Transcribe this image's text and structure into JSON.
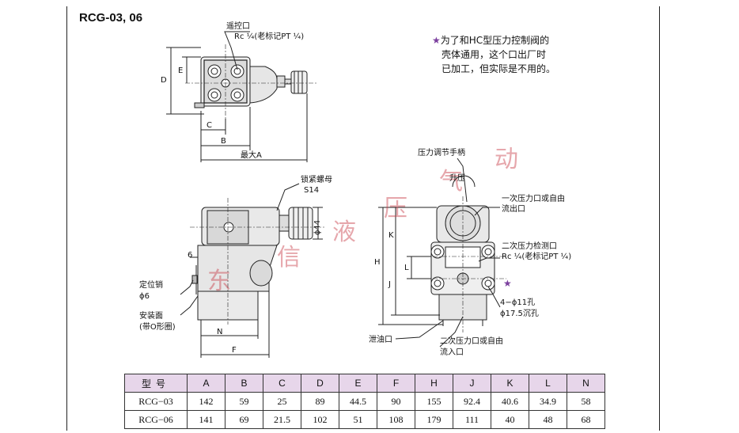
{
  "title": "RCG-03, 06",
  "note": {
    "star": "★",
    "lines": [
      "为了和HC型压力控制阀的",
      "壳体通用，这个口出厂时",
      "已加工，但实际是不用的。"
    ]
  },
  "labels": {
    "remote_port": "遥控口",
    "remote_port_spec": "Rc ¼(老标记PT ¼)",
    "dim_D": "D",
    "dim_E": "E",
    "dim_C": "C",
    "dim_B": "B",
    "dim_maxA": "最大A",
    "lock_nut": "锁紧螺母",
    "lock_nut_size": "S14",
    "dia44": "ϕ44",
    "dim_6": "6",
    "locating_pin": "定位销",
    "locating_pin_dia": "ϕ6",
    "mounting_face": "安装面",
    "mounting_face_note": "(带O形圈)",
    "dim_N": "N",
    "dim_F": "F",
    "handle": "压力调节手柄",
    "raise": "升压",
    "primary_port_1": "一次压力口或自由",
    "primary_port_2": "流出口",
    "secondary_check_1": "二次压力检测口",
    "secondary_check_2": "Rc ¼(老标记PT ¼)",
    "dim_K": "K",
    "dim_L": "L",
    "dim_H": "H",
    "dim_J": "J",
    "holes_1": "4−ϕ11孔",
    "holes_2": "ϕ17.5沉孔",
    "drain": "泄油口",
    "secondary_port_1": "二次压力口或自由",
    "secondary_port_2": "流入口",
    "star_mark": "★"
  },
  "watermark": [
    "东",
    "信",
    "液",
    "压",
    "气",
    "动"
  ],
  "table": {
    "header_first": "型号",
    "columns": [
      "A",
      "B",
      "C",
      "D",
      "E",
      "F",
      "H",
      "J",
      "K",
      "L",
      "N"
    ],
    "rows": [
      {
        "model": "RCG−03",
        "values": [
          "142",
          "59",
          "25",
          "89",
          "44.5",
          "90",
          "155",
          "92.4",
          "40.6",
          "34.9",
          "58"
        ]
      },
      {
        "model": "RCG−06",
        "values": [
          "141",
          "69",
          "21.5",
          "102",
          "51",
          "108",
          "179",
          "111",
          "40",
          "48",
          "68"
        ]
      }
    ]
  }
}
